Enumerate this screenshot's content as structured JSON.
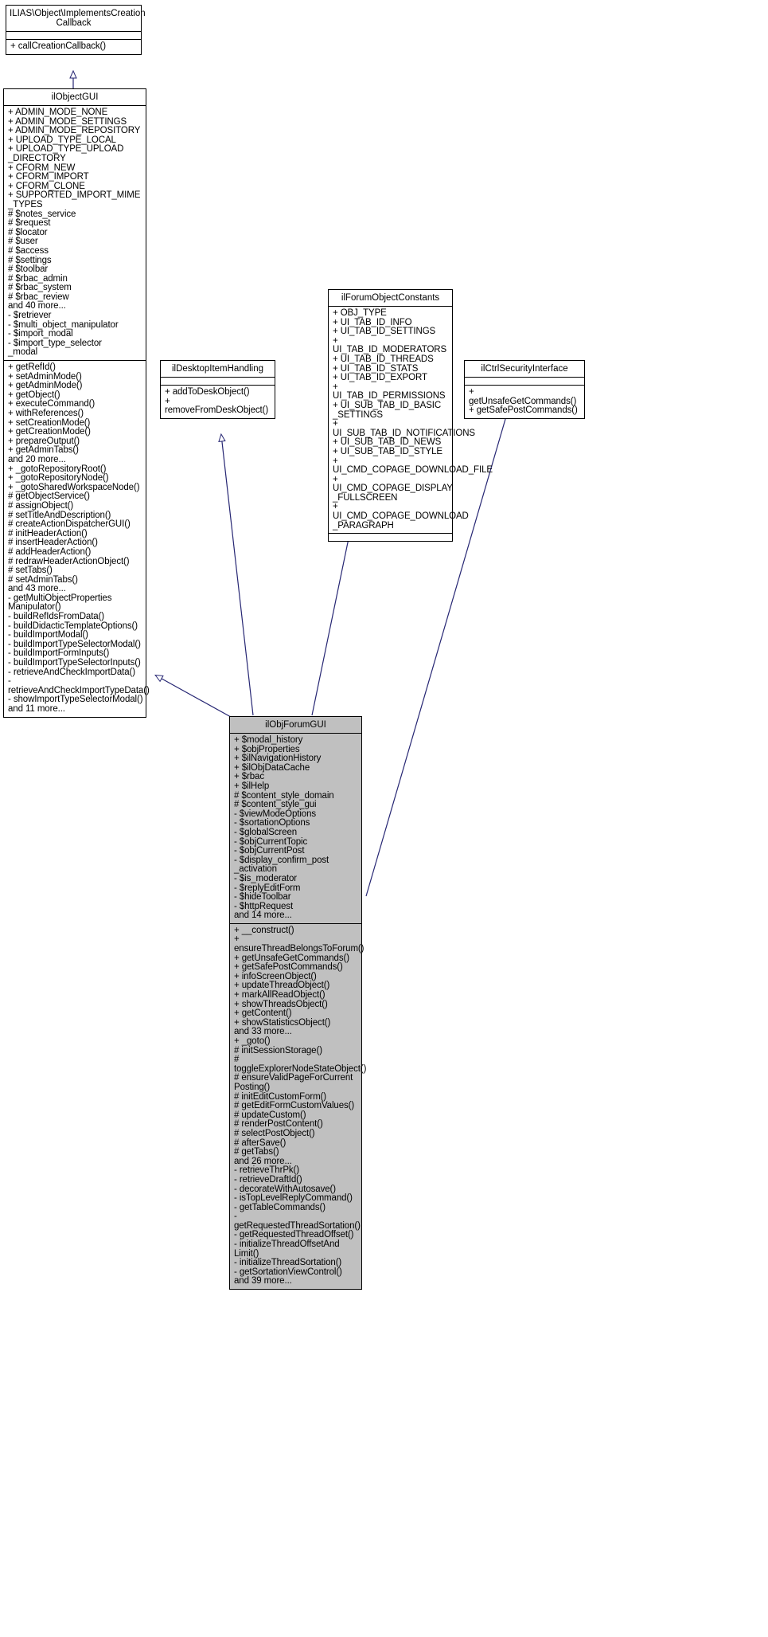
{
  "diagram": {
    "type": "uml-class-inheritance",
    "tool_style": "doxygen-collaboration-graph",
    "background": "#ffffff",
    "edge_color": "#262673",
    "highlight_fill": "#c0c0c0",
    "border_color": "#000000"
  },
  "nodes": [
    {
      "id": "implements-creation-callback",
      "name": "ILIAS\\Object\\ImplementsCreation\nCallback",
      "attributes": [],
      "operations": [
        "+ callCreationCallback()"
      ],
      "highlighted": false
    },
    {
      "id": "il-object-gui",
      "name": "ilObjectGUI",
      "attributes": [
        "+ ADMIN_MODE_NONE",
        "+ ADMIN_MODE_SETTINGS",
        "+ ADMIN_MODE_REPOSITORY",
        "+ UPLOAD_TYPE_LOCAL",
        "+ UPLOAD_TYPE_UPLOAD\n_DIRECTORY",
        "+ CFORM_NEW",
        "+ CFORM_IMPORT",
        "+ CFORM_CLONE",
        "+ SUPPORTED_IMPORT_MIME\n_TYPES",
        "# $notes_service",
        "# $request",
        "# $locator",
        "# $user",
        "# $access",
        "# $settings",
        "# $toolbar",
        "# $rbac_admin",
        "# $rbac_system",
        "# $rbac_review",
        "and 40 more...",
        "- $retriever",
        "- $multi_object_manipulator",
        "- $import_modal",
        "- $import_type_selector\n_modal"
      ],
      "operations": [
        "+ getRefId()",
        "+ setAdminMode()",
        "+ getAdminMode()",
        "+ getObject()",
        "+ executeCommand()",
        "+ withReferences()",
        "+ setCreationMode()",
        "+ getCreationMode()",
        "+ prepareOutput()",
        "+ getAdminTabs()",
        "and 20 more...",
        "+ _gotoRepositoryRoot()",
        "+ _gotoRepositoryNode()",
        "+ _gotoSharedWorkspaceNode()",
        "# getObjectService()",
        "# assignObject()",
        "# setTitleAndDescription()",
        "# createActionDispatcherGUI()",
        "# initHeaderAction()",
        "# insertHeaderAction()",
        "# addHeaderAction()",
        "# redrawHeaderActionObject()",
        "# setTabs()",
        "# setAdminTabs()",
        "and 43 more...",
        "- getMultiObjectProperties\nManipulator()",
        "- buildRefIdsFromData()",
        "- buildDidacticTemplateOptions()",
        "- buildImportModal()",
        "- buildImportTypeSelectorModal()",
        "- buildImportFormInputs()",
        "- buildImportTypeSelectorInputs()",
        "- retrieveAndCheckImportData()",
        "- retrieveAndCheckImportTypeData()",
        "- showImportTypeSelectorModal()",
        "and 11 more..."
      ],
      "highlighted": false
    },
    {
      "id": "il-desktop-item-handling",
      "name": "ilDesktopItemHandling",
      "attributes": [],
      "operations": [
        "+ addToDeskObject()",
        "+ removeFromDeskObject()"
      ],
      "highlighted": false
    },
    {
      "id": "il-forum-object-constants",
      "name": "ilForumObjectConstants",
      "attributes": [
        "+ OBJ_TYPE",
        "+ UI_TAB_ID_INFO",
        "+ UI_TAB_ID_SETTINGS",
        "+ UI_TAB_ID_MODERATORS",
        "+ UI_TAB_ID_THREADS",
        "+ UI_TAB_ID_STATS",
        "+ UI_TAB_ID_EXPORT",
        "+ UI_TAB_ID_PERMISSIONS",
        "+ UI_SUB_TAB_ID_BASIC\n_SETTINGS",
        "+ UI_SUB_TAB_ID_NOTIFICATIONS",
        "+ UI_SUB_TAB_ID_NEWS",
        "+ UI_SUB_TAB_ID_STYLE",
        "+ UI_CMD_COPAGE_DOWNLOAD_FILE",
        "+ UI_CMD_COPAGE_DISPLAY\n_FULLSCREEN",
        "+ UI_CMD_COPAGE_DOWNLOAD\n_PARAGRAPH"
      ],
      "operations": [],
      "highlighted": false
    },
    {
      "id": "il-ctrl-security-interface",
      "name": "ilCtrlSecurityInterface",
      "attributes": [],
      "operations": [
        "+ getUnsafeGetCommands()",
        "+ getSafePostCommands()"
      ],
      "highlighted": false
    },
    {
      "id": "il-obj-forum-gui",
      "name": "ilObjForumGUI",
      "attributes": [
        "+ $modal_history",
        "+ $objProperties",
        "+ $ilNavigationHistory",
        "+ $ilObjDataCache",
        "+ $rbac",
        "+ $ilHelp",
        "# $content_style_domain",
        "# $content_style_gui",
        "- $viewModeOptions",
        "- $sortationOptions",
        "- $globalScreen",
        "- $objCurrentTopic",
        "- $objCurrentPost",
        "- $display_confirm_post\n_activation",
        "- $is_moderator",
        "- $replyEditForm",
        "- $hideToolbar",
        "- $httpRequest",
        "and 14 more..."
      ],
      "operations": [
        "+ __construct()",
        "+ ensureThreadBelongsToForum()",
        "+ getUnsafeGetCommands()",
        "+ getSafePostCommands()",
        "+ infoScreenObject()",
        "+ updateThreadObject()",
        "+ markAllReadObject()",
        "+ showThreadsObject()",
        "+ getContent()",
        "+ showStatisticsObject()",
        "and 33 more...",
        "+ _goto()",
        "# initSessionStorage()",
        "# toggleExplorerNodeStateObject()",
        "# ensureValidPageForCurrent\nPosting()",
        "# initEditCustomForm()",
        "# getEditFormCustomValues()",
        "# updateCustom()",
        "# renderPostContent()",
        "# selectPostObject()",
        "# afterSave()",
        "# getTabs()",
        "and 26 more...",
        "- retrieveThrPk()",
        "- retrieveDraftId()",
        "- decorateWithAutosave()",
        "- isTopLevelReplyCommand()",
        "- getTableCommands()",
        "- getRequestedThreadSortation()",
        "- getRequestedThreadOffset()",
        "- initializeThreadOffsetAnd\nLimit()",
        "- initializeThreadSortation()",
        "- getSortationViewControl()",
        "and 39 more..."
      ],
      "highlighted": true
    }
  ]
}
